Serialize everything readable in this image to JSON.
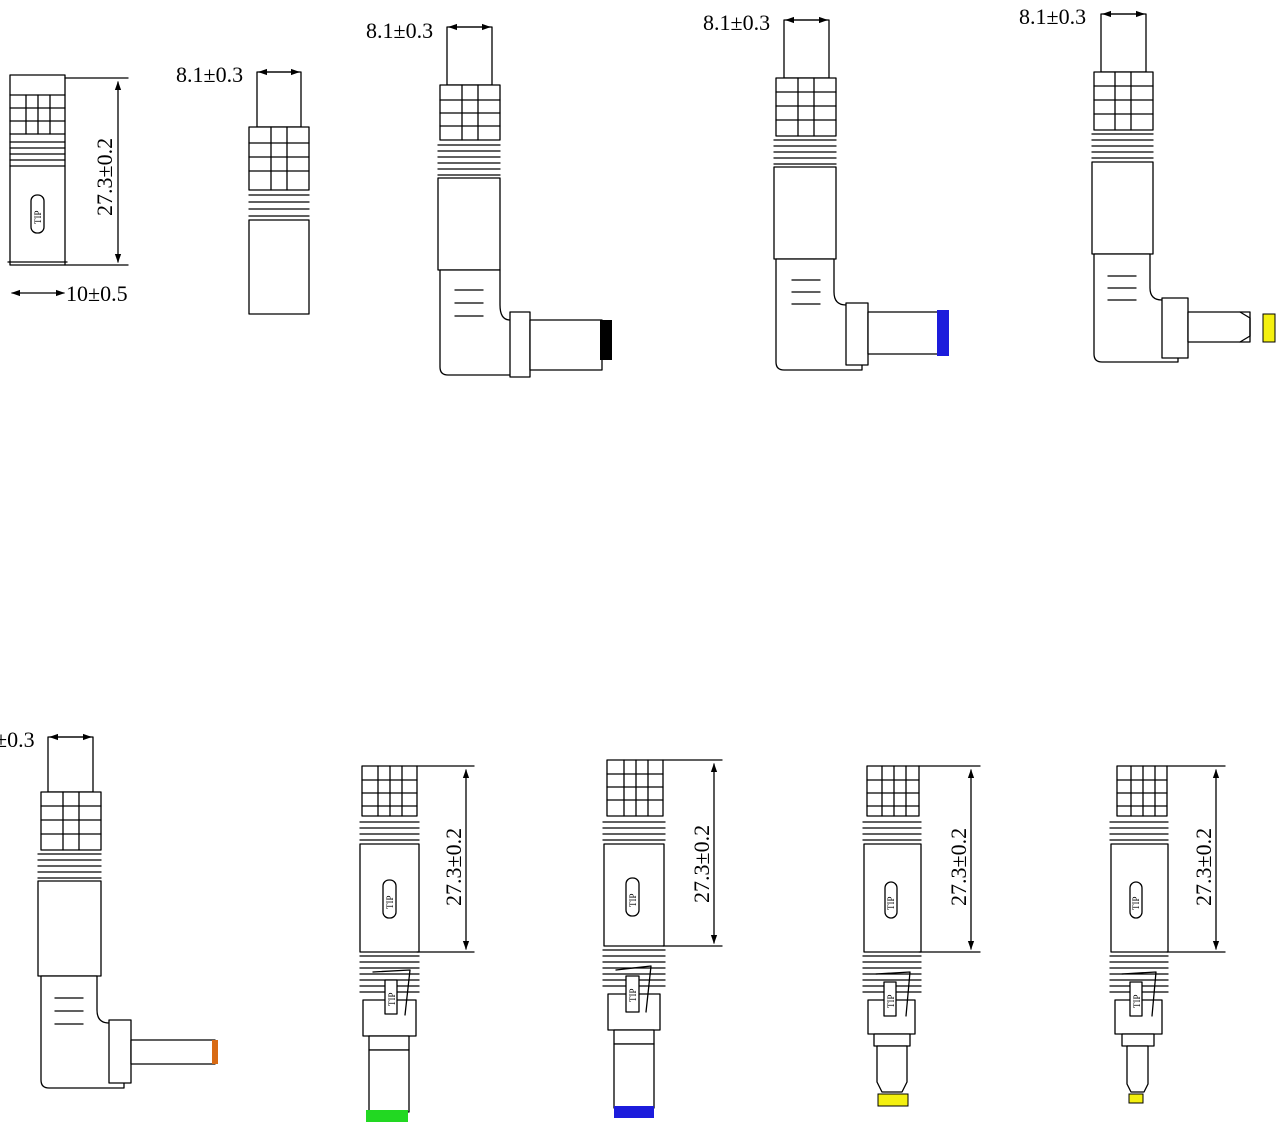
{
  "colors": {
    "line": "#000000",
    "background": "#ffffff",
    "tip_black": "#000000",
    "tip_blue": "#1c1cdc",
    "tip_yellow": "#f4f010",
    "tip_orange": "#d86a14",
    "tip_green": "#22d822"
  },
  "dimensions": {
    "length": "27.3±0.2",
    "width": "10±0.5",
    "cable": "8.1±0.3",
    "cable_cut": "±0.3"
  },
  "tip_label": "TIP",
  "connectors": [
    {
      "id": "straight-body-dimensioned",
      "style": "straight-body",
      "tip_color": "none"
    },
    {
      "id": "cable-boot-only",
      "style": "cable-boot",
      "tip_color": "none"
    },
    {
      "id": "right-angle-black",
      "style": "right-angle",
      "tip_color": "tip_black"
    },
    {
      "id": "right-angle-blue",
      "style": "right-angle",
      "tip_color": "tip_blue"
    },
    {
      "id": "right-angle-yellow",
      "style": "right-angle",
      "tip_color": "tip_yellow"
    },
    {
      "id": "right-angle-orange",
      "style": "right-angle",
      "tip_color": "tip_orange"
    },
    {
      "id": "straight-green",
      "style": "straight",
      "tip_color": "tip_green"
    },
    {
      "id": "straight-blue",
      "style": "straight",
      "tip_color": "tip_blue"
    },
    {
      "id": "straight-yellow",
      "style": "straight",
      "tip_color": "tip_yellow"
    },
    {
      "id": "straight-yellow-small",
      "style": "straight",
      "tip_color": "tip_yellow"
    }
  ]
}
